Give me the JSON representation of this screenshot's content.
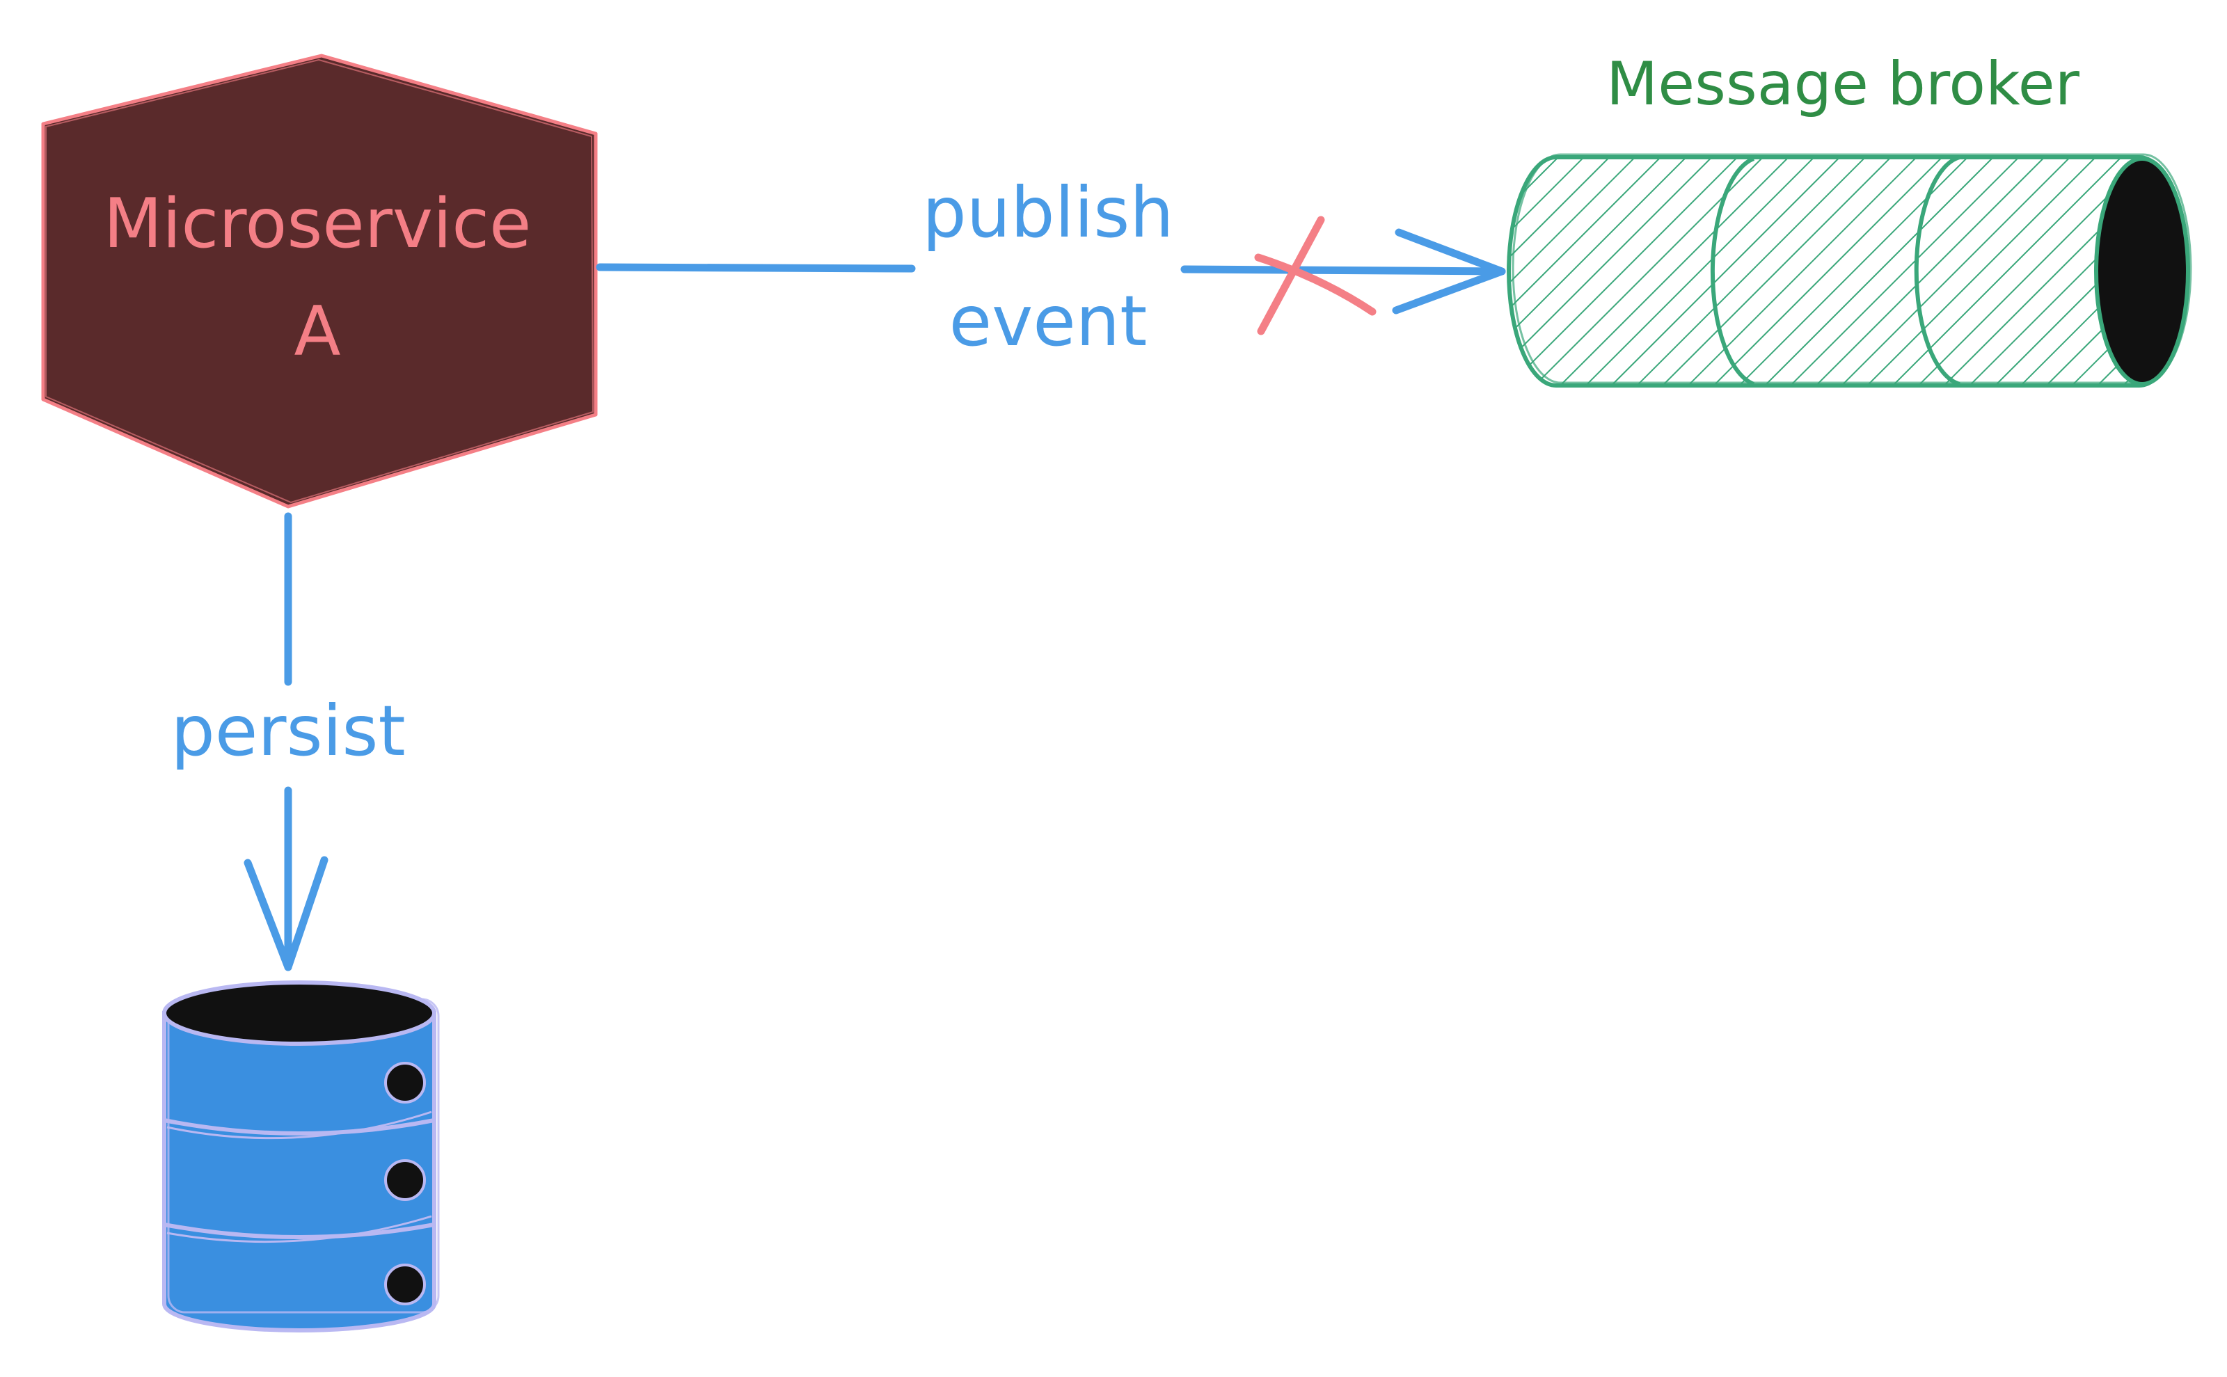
{
  "colors": {
    "service_fill": "#5a2a2b",
    "service_stroke": "#f47f86",
    "service_text": "#f47f86",
    "arrow": "#4a9be6",
    "arrow_text": "#4a9be6",
    "cross": "#f47f86",
    "broker_stroke": "#3aa77a",
    "broker_label": "#2f8d45",
    "db_fill": "#3a8fe0",
    "db_stroke": "#b9b8f2",
    "hole": "#111111"
  },
  "nodes": {
    "service": {
      "label_line1": "Microservice",
      "label_line2": "A",
      "shape": "hexagon-icon"
    },
    "broker": {
      "label": "Message broker",
      "shape": "queue-cylinder-icon"
    },
    "database": {
      "shape": "database-icon"
    }
  },
  "edges": {
    "publish": {
      "label_line1": "publish",
      "label_line2": "event",
      "status": "failed",
      "marker": "cross-icon"
    },
    "persist": {
      "label": "persist"
    }
  }
}
